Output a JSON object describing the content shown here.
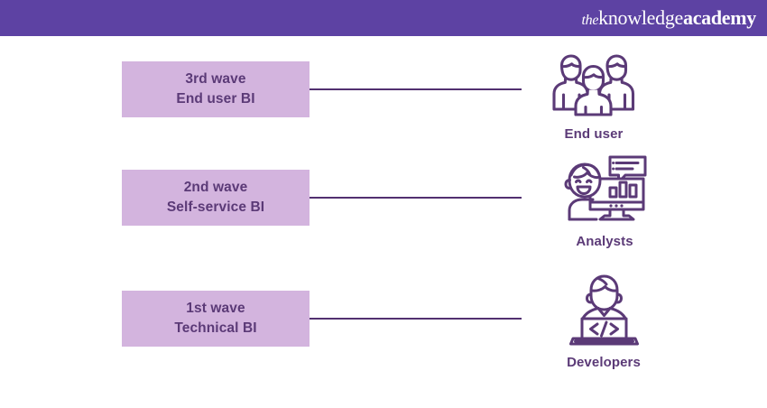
{
  "header": {
    "bg_color": "#5d42a3",
    "logo": {
      "part_the": "the",
      "part_knowledge": "knowledge",
      "part_academy": "academy"
    }
  },
  "colors": {
    "header_purple": "#5d42a3",
    "box_fill": "#d3b4de",
    "text_purple": "#5b3a77",
    "line_purple": "#523070",
    "page_background": "#ffffff"
  },
  "diagram": {
    "rows": [
      {
        "box": {
          "line1": "3rd wave",
          "line2": "End user BI"
        },
        "connector": "horizontal-line",
        "icon": {
          "name": "three-people-icon",
          "caption": "End user"
        }
      },
      {
        "box": {
          "line1": "2nd wave",
          "line2": "Self-service BI"
        },
        "connector": "horizontal-line",
        "icon": {
          "name": "analyst-monitor-chart-icon",
          "caption": "Analysts"
        }
      },
      {
        "box": {
          "line1": "1st wave",
          "line2": "Technical BI"
        },
        "connector": "horizontal-line",
        "icon": {
          "name": "developer-laptop-code-icon",
          "caption": "Developers"
        }
      }
    ]
  }
}
